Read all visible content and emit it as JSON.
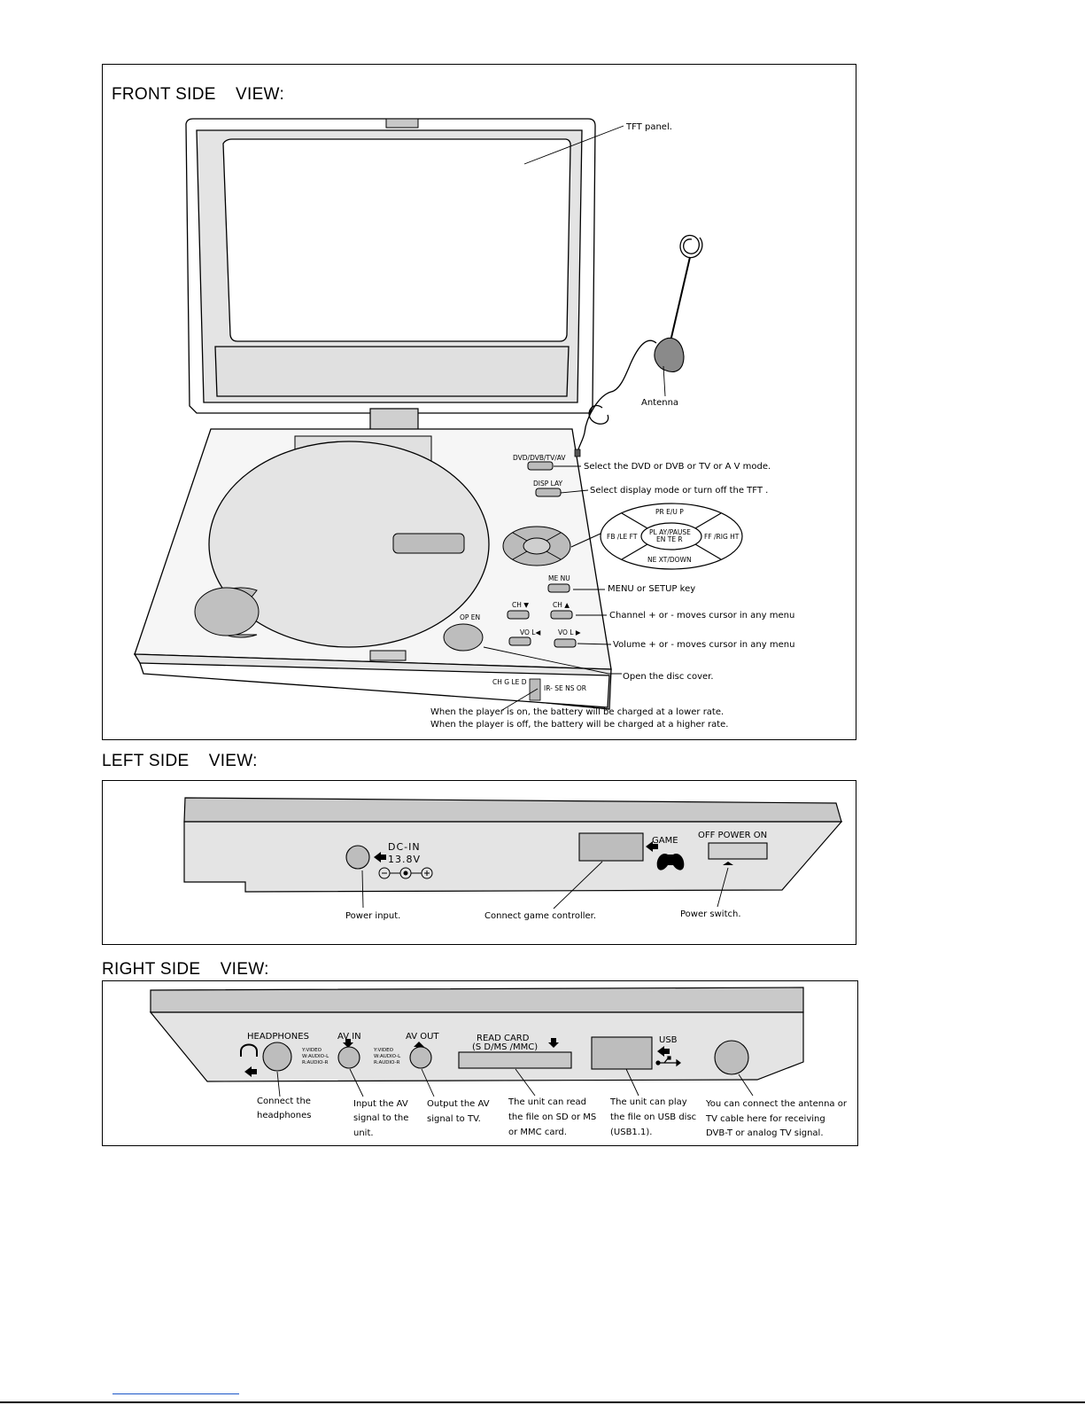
{
  "front": {
    "heading": "FRONT SIDE    VIEW:",
    "callouts": {
      "tft": "TFT panel.",
      "antenna": "Antenna",
      "mode": "Select the DVD or DVB  or TV or A V mode.",
      "display": "Select display mode or turn  off the TFT  .",
      "menu": "MENU or SETUP key",
      "channel": "Channel + or -  moves cursor in any menu",
      "volume": "Volume + or -  moves cursor in any menu",
      "open": "Open the disc cover.",
      "charge_on": "When the player is on,   the battery will be charged at a lower rate.",
      "charge_off": "When the player is off,   the battery will be charged at a higher rate."
    },
    "keys": {
      "mode": "DVD/DVB/TV/AV",
      "display": "DISP LAY",
      "menu": "ME NU",
      "ch_down": "CH ▼",
      "ch_up": "CH ▲",
      "vol_left": "VO L◀",
      "vol_right": "VO L ▶",
      "open": "OP EN",
      "ir": "IR- SE NS OR",
      "chg_led": "CH G   LE D"
    },
    "dpad": {
      "up": "PR E/U P",
      "down": "NE XT/DOWN",
      "left": "FB /LE FT",
      "right": "FF /RIG HT",
      "center_1": "PL AY/PAUSE",
      "center_2": "EN TE R"
    }
  },
  "left": {
    "heading": "LEFT SIDE    VIEW:",
    "dc_in": "DC-IN",
    "dc_volt": "13.8V",
    "game": "GAME",
    "power_switch": "OFF  POWER  ON",
    "callouts": {
      "power_input": "Power input.",
      "game": "Connect game controller.",
      "power_switch": "Power switch."
    }
  },
  "right": {
    "heading": "RIGHT SIDE    VIEW:",
    "headphones": "HEADPHONES",
    "av_in": "AV IN",
    "av_out": "AV OUT",
    "av_pins": [
      "Y:VIDEO",
      "W:AUDIO-L",
      "R:AUDIO-R"
    ],
    "read_card_1": "READ CARD",
    "read_card_2": "(S D/MS /MMC)",
    "usb": "USB",
    "callouts": {
      "headphones": [
        "Connect the",
        "headphones"
      ],
      "av_in": [
        "Input  the AV",
        "signal to the",
        "unit."
      ],
      "av_out": [
        "Output the AV",
        "signal to TV."
      ],
      "card": [
        "The unit can read",
        "the file on SD or  MS",
        "or MMC card."
      ],
      "usb": [
        "The unit can play",
        "the file on USB disc",
        "(USB1.1)."
      ],
      "antenna": [
        "You can connect  the antenna or",
        "TV cable here for  receiving",
        "DVB-T or analog TV signal."
      ]
    }
  }
}
